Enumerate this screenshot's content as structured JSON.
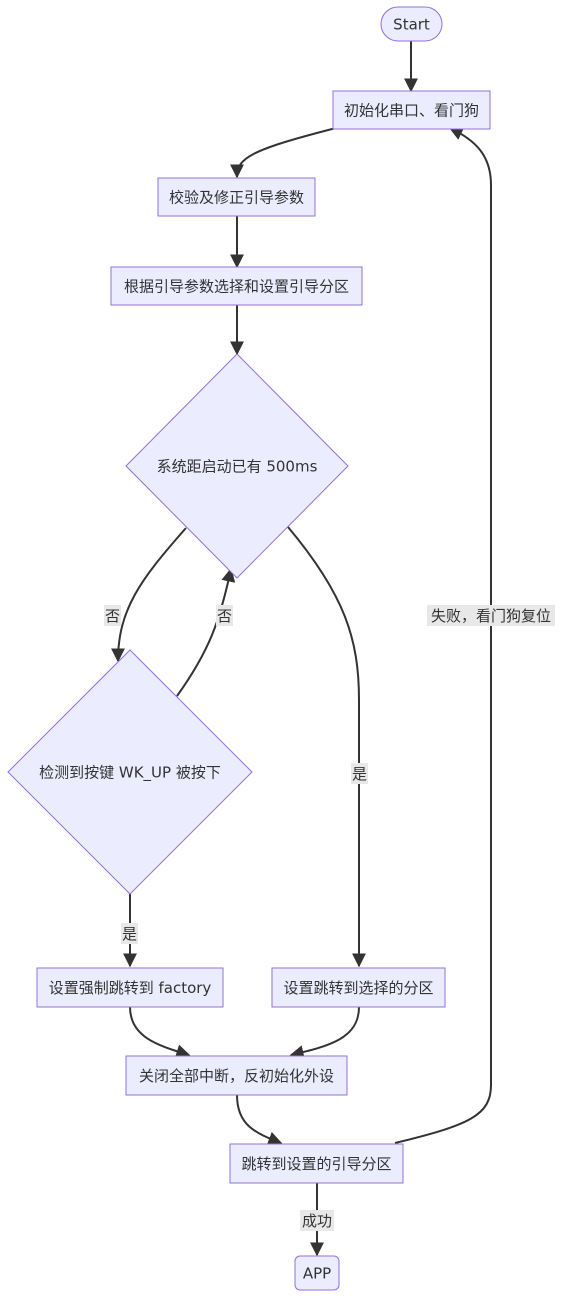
{
  "nodes": {
    "start": "Start",
    "init": "初始化串口、看门狗",
    "verify": "校验及修正引导参数",
    "select": "根据引导参数选择和设置引导分区",
    "check_time": "系统距启动已有 500ms",
    "check_key": "检测到按键 WK_UP 被按下",
    "force_factory": "设置强制跳转到 factory",
    "jump_selected": "设置跳转到选择的分区",
    "close_irq": "关闭全部中断，反初始化外设",
    "jump": "跳转到设置的引导分区",
    "app": "APP"
  },
  "edges": {
    "time_no": "否",
    "key_no": "否",
    "time_yes": "是",
    "key_yes": "是",
    "fail": "失败，看门狗复位",
    "success": "成功"
  },
  "colors": {
    "node_fill": "#ECECFF",
    "node_stroke": "#9370DB",
    "edge": "#333333",
    "label_bg": "#e8e8e8",
    "text": "#333333"
  }
}
